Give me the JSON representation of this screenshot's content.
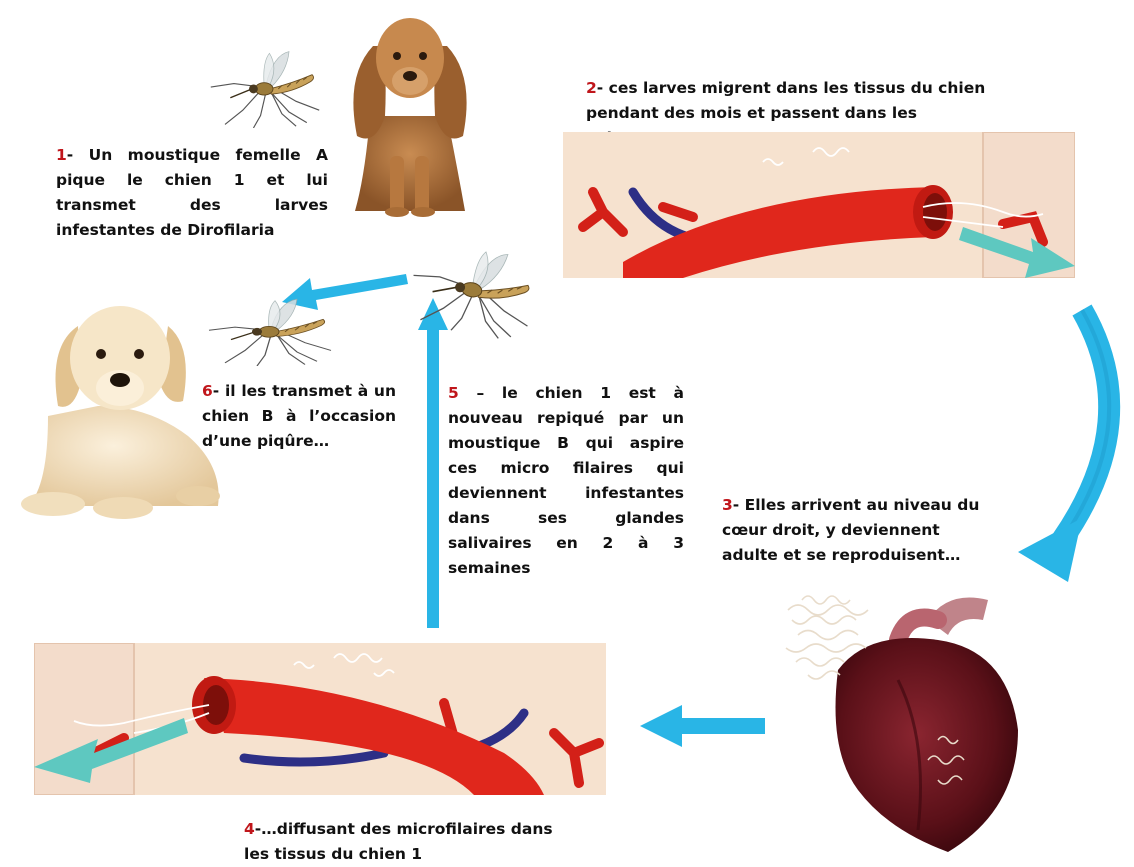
{
  "colors": {
    "arrow": "#29b5e6",
    "step_number": "#c0161b",
    "caption_text": "#111111",
    "vessel": "#e0271c",
    "vein": "#2d2f86",
    "larva_arrow": "#5ec8c0"
  },
  "steps": [
    {
      "number": "1",
      "text": "- Un moustique femelle  A pique le chien 1 et lui transmet des larves infestantes de Dirofilaria"
    },
    {
      "number": "2",
      "text": "- ces larves migrent dans les tissus du chien pendant des mois et passent dans les vaisseaux"
    },
    {
      "number": "3",
      "text": "- Elles arrivent au niveau du cœur droit, y deviennent adulte et se reproduisent…"
    },
    {
      "number": "4",
      "text": "-…diffusant des microfilaires dans les tissus du chien 1"
    },
    {
      "number": "5",
      "text": " – le chien 1 est à nouveau repiqué par un moustique B qui aspire ces micro filaires qui deviennent infestantes dans ses glandes salivaires en 2 à 3 semaines"
    },
    {
      "number": "6",
      "text": "- il les transmet à un chien B à l’occasion d’une piqûre…"
    }
  ],
  "illustrations": {
    "mosquito_a": "mosquito-icon",
    "mosquito_b": "mosquito-icon",
    "mosquito_c": "mosquito-icon",
    "dog_1": "cocker-spaniel-dog",
    "dog_b": "golden-retriever-dog",
    "heart": "heart-with-worms",
    "vessel_top": "blood-vessel-diagram",
    "vessel_bottom": "blood-vessel-diagram"
  }
}
